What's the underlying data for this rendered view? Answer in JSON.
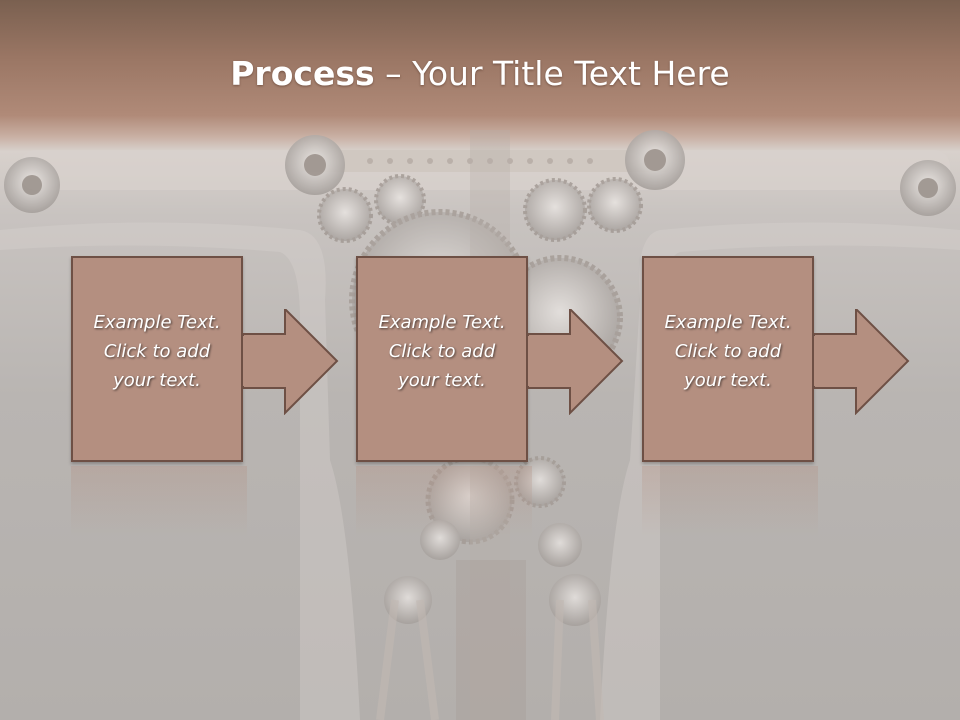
{
  "slide": {
    "title_bold": "Process",
    "title_rest": " – Your Title Text Here"
  },
  "steps": [
    {
      "text": "Example Text.\nClick  to add\nyour text."
    },
    {
      "text": "Example Text.\nClick  to add\nyour text."
    },
    {
      "text": "Example Text.\nClick  to add\nyour text."
    }
  ],
  "colors": {
    "box_fill": "#b48f80",
    "box_border": "#6e5045",
    "header_brown": "#9a7664"
  }
}
